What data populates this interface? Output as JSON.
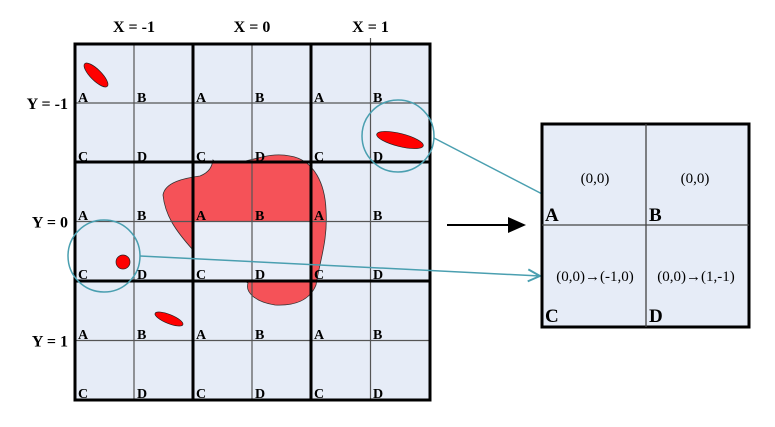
{
  "column_headers": [
    "X = -1",
    "X = 0",
    "X = 1"
  ],
  "row_headers": [
    "Y = -1",
    "Y = 0",
    "Y = 1"
  ],
  "subcell_labels": [
    "A",
    "B",
    "C",
    "D"
  ],
  "zoom_panel": {
    "A_label": "A",
    "B_label": "B",
    "C_label": "C",
    "D_label": "D",
    "A_text": "(0,0)",
    "B_text": "(0,0)",
    "C_text": "(0,0)→(-1,0)",
    "D_text": "(0,0)→(1,-1)"
  },
  "colors": {
    "cell_fill": "#e6ecf7",
    "object": "#ff0000",
    "blob": "#f54a4f",
    "callout": "#4a9fb0"
  }
}
